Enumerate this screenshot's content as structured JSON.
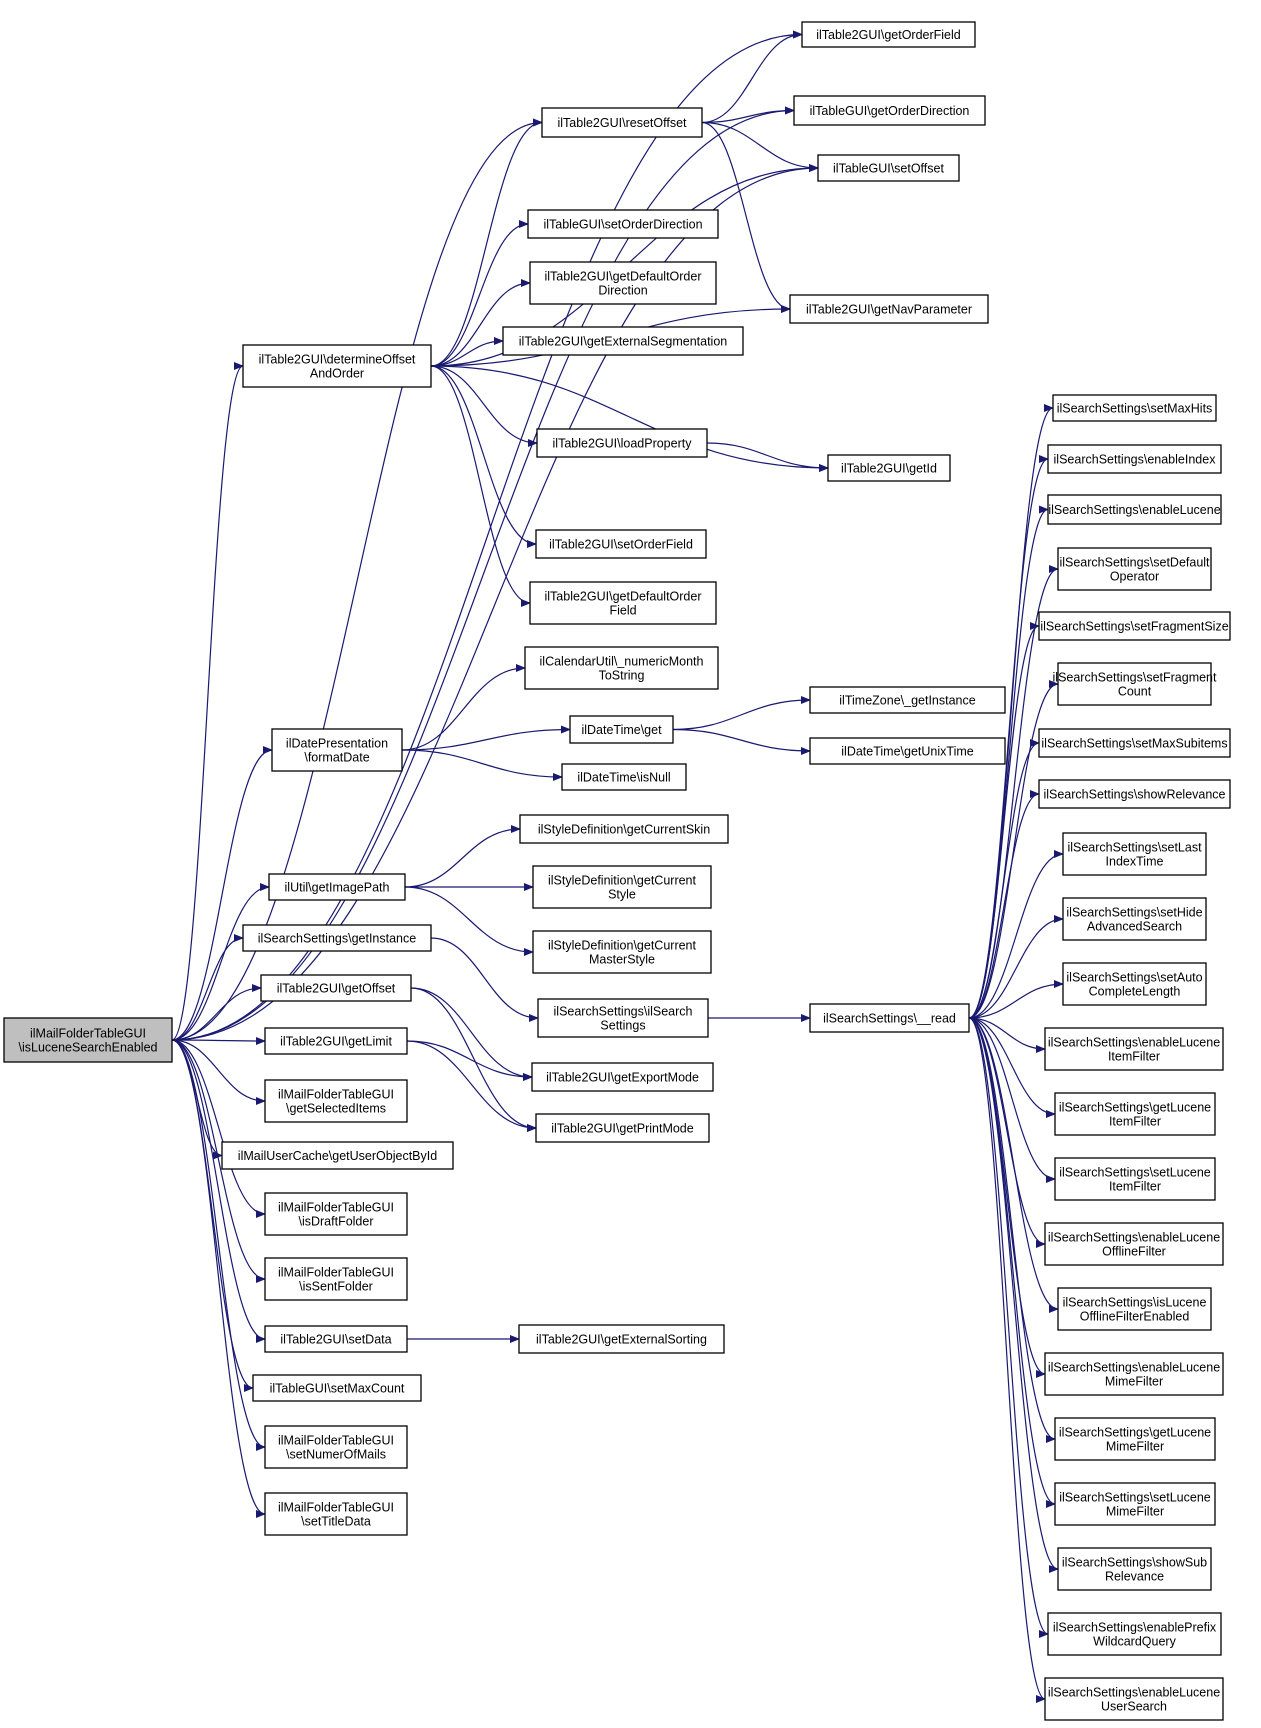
{
  "diagram": {
    "accent_color": "#191970",
    "root_fill": "#bfbfbf",
    "nodes": [
      {
        "id": "root",
        "label": [
          "ilMailFolderTableGUI",
          "\\isLuceneSearchEnabled"
        ],
        "root": true
      },
      {
        "id": "getOrderField",
        "label": [
          "ilTable2GUI\\getOrderField"
        ]
      },
      {
        "id": "getOrderDirection",
        "label": [
          "ilTableGUI\\getOrderDirection"
        ]
      },
      {
        "id": "resetOffset",
        "label": [
          "ilTable2GUI\\resetOffset"
        ]
      },
      {
        "id": "setOffset",
        "label": [
          "ilTableGUI\\setOffset"
        ]
      },
      {
        "id": "setOrderDirection",
        "label": [
          "ilTableGUI\\setOrderDirection"
        ]
      },
      {
        "id": "getDefaultOrderDirection",
        "label": [
          "ilTable2GUI\\getDefaultOrder",
          "Direction"
        ]
      },
      {
        "id": "getNavParameter",
        "label": [
          "ilTable2GUI\\getNavParameter"
        ]
      },
      {
        "id": "determineOffsetAndOrder",
        "label": [
          "ilTable2GUI\\determineOffset",
          "AndOrder"
        ]
      },
      {
        "id": "getExternalSegmentation",
        "label": [
          "ilTable2GUI\\getExternalSegmentation"
        ]
      },
      {
        "id": "loadProperty",
        "label": [
          "ilTable2GUI\\loadProperty"
        ]
      },
      {
        "id": "getId",
        "label": [
          "ilTable2GUI\\getId"
        ]
      },
      {
        "id": "setOrderField",
        "label": [
          "ilTable2GUI\\setOrderField"
        ]
      },
      {
        "id": "getDefaultOrderField",
        "label": [
          "ilTable2GUI\\getDefaultOrder",
          "Field"
        ]
      },
      {
        "id": "numericMonthToString",
        "label": [
          "ilCalendarUtil\\_numericMonth",
          "ToString"
        ]
      },
      {
        "id": "dtGet",
        "label": [
          "ilDateTime\\get"
        ]
      },
      {
        "id": "tzGetInstance",
        "label": [
          "ilTimeZone\\_getInstance"
        ]
      },
      {
        "id": "formatDate",
        "label": [
          "ilDatePresentation",
          "\\formatDate"
        ]
      },
      {
        "id": "getUnixTime",
        "label": [
          "ilDateTime\\getUnixTime"
        ]
      },
      {
        "id": "isNull",
        "label": [
          "ilDateTime\\isNull"
        ]
      },
      {
        "id": "getCurrentSkin",
        "label": [
          "ilStyleDefinition\\getCurrentSkin"
        ]
      },
      {
        "id": "getImagePath",
        "label": [
          "ilUtil\\getImagePath"
        ]
      },
      {
        "id": "getCurrentStyle",
        "label": [
          "ilStyleDefinition\\getCurrent",
          "Style"
        ]
      },
      {
        "id": "ssGetInstance",
        "label": [
          "ilSearchSettings\\getInstance"
        ]
      },
      {
        "id": "getCurrentMasterStyle",
        "label": [
          "ilStyleDefinition\\getCurrent",
          "MasterStyle"
        ]
      },
      {
        "id": "getOffset",
        "label": [
          "ilTable2GUI\\getOffset"
        ]
      },
      {
        "id": "ssConstruct",
        "label": [
          "ilSearchSettings\\ilSearch",
          "Settings"
        ]
      },
      {
        "id": "ssRead",
        "label": [
          "ilSearchSettings\\__read"
        ]
      },
      {
        "id": "getLimit",
        "label": [
          "ilTable2GUI\\getLimit"
        ]
      },
      {
        "id": "getExportMode",
        "label": [
          "ilTable2GUI\\getExportMode"
        ]
      },
      {
        "id": "getSelectedItems",
        "label": [
          "ilMailFolderTableGUI",
          "\\getSelectedItems"
        ]
      },
      {
        "id": "getPrintMode",
        "label": [
          "ilTable2GUI\\getPrintMode"
        ]
      },
      {
        "id": "getUserObjectById",
        "label": [
          "ilMailUserCache\\getUserObjectById"
        ]
      },
      {
        "id": "isDraftFolder",
        "label": [
          "ilMailFolderTableGUI",
          "\\isDraftFolder"
        ]
      },
      {
        "id": "isSentFolder",
        "label": [
          "ilMailFolderTableGUI",
          "\\isSentFolder"
        ]
      },
      {
        "id": "setData",
        "label": [
          "ilTable2GUI\\setData"
        ]
      },
      {
        "id": "getExternalSorting",
        "label": [
          "ilTable2GUI\\getExternalSorting"
        ]
      },
      {
        "id": "setMaxCount",
        "label": [
          "ilTableGUI\\setMaxCount"
        ]
      },
      {
        "id": "setNumerOfMails",
        "label": [
          "ilMailFolderTableGUI",
          "\\setNumerOfMails"
        ]
      },
      {
        "id": "setTitleData",
        "label": [
          "ilMailFolderTableGUI",
          "\\setTitleData"
        ]
      },
      {
        "id": "setMaxHits",
        "label": [
          "ilSearchSettings\\setMaxHits"
        ]
      },
      {
        "id": "enableIndex",
        "label": [
          "ilSearchSettings\\enableIndex"
        ]
      },
      {
        "id": "enableLucene",
        "label": [
          "ilSearchSettings\\enableLucene"
        ]
      },
      {
        "id": "setDefaultOperator",
        "label": [
          "ilSearchSettings\\setDefault",
          "Operator"
        ]
      },
      {
        "id": "setFragmentSize",
        "label": [
          "ilSearchSettings\\setFragmentSize"
        ]
      },
      {
        "id": "setFragmentCount",
        "label": [
          "ilSearchSettings\\setFragment",
          "Count"
        ]
      },
      {
        "id": "setMaxSubitems",
        "label": [
          "ilSearchSettings\\setMaxSubitems"
        ]
      },
      {
        "id": "showRelevance",
        "label": [
          "ilSearchSettings\\showRelevance"
        ]
      },
      {
        "id": "setLastIndexTime",
        "label": [
          "ilSearchSettings\\setLast",
          "IndexTime"
        ]
      },
      {
        "id": "setHideAdvancedSearch",
        "label": [
          "ilSearchSettings\\setHide",
          "AdvancedSearch"
        ]
      },
      {
        "id": "setAutoCompleteLength",
        "label": [
          "ilSearchSettings\\setAuto",
          "CompleteLength"
        ]
      },
      {
        "id": "enableLuceneItemFilter",
        "label": [
          "ilSearchSettings\\enableLucene",
          "ItemFilter"
        ]
      },
      {
        "id": "getLuceneItemFilter",
        "label": [
          "ilSearchSettings\\getLucene",
          "ItemFilter"
        ]
      },
      {
        "id": "setLuceneItemFilter",
        "label": [
          "ilSearchSettings\\setLucene",
          "ItemFilter"
        ]
      },
      {
        "id": "enableLuceneOfflineFilter",
        "label": [
          "ilSearchSettings\\enableLucene",
          "OfflineFilter"
        ]
      },
      {
        "id": "isLuceneOfflineFilterEnabled",
        "label": [
          "ilSearchSettings\\isLucene",
          "OfflineFilterEnabled"
        ]
      },
      {
        "id": "enableLuceneMimeFilter",
        "label": [
          "ilSearchSettings\\enableLucene",
          "MimeFilter"
        ]
      },
      {
        "id": "getLuceneMimeFilter",
        "label": [
          "ilSearchSettings\\getLucene",
          "MimeFilter"
        ]
      },
      {
        "id": "setLuceneMimeFilter",
        "label": [
          "ilSearchSettings\\setLucene",
          "MimeFilter"
        ]
      },
      {
        "id": "showSubRelevance",
        "label": [
          "ilSearchSettings\\showSub",
          "Relevance"
        ]
      },
      {
        "id": "enablePrefixWildcardQuery",
        "label": [
          "ilSearchSettings\\enablePrefix",
          "WildcardQuery"
        ]
      },
      {
        "id": "enableLuceneUserSearch",
        "label": [
          "ilSearchSettings\\enableLucene",
          "UserSearch"
        ]
      }
    ],
    "edges": [
      [
        "root",
        "getOrderField"
      ],
      [
        "root",
        "getOrderDirection"
      ],
      [
        "root",
        "resetOffset"
      ],
      [
        "root",
        "setOffset"
      ],
      [
        "root",
        "determineOffsetAndOrder"
      ],
      [
        "root",
        "formatDate"
      ],
      [
        "root",
        "getImagePath"
      ],
      [
        "root",
        "ssGetInstance"
      ],
      [
        "root",
        "getOffset"
      ],
      [
        "root",
        "getLimit"
      ],
      [
        "root",
        "getSelectedItems"
      ],
      [
        "root",
        "getUserObjectById"
      ],
      [
        "root",
        "isDraftFolder"
      ],
      [
        "root",
        "isSentFolder"
      ],
      [
        "root",
        "setData"
      ],
      [
        "root",
        "setMaxCount"
      ],
      [
        "root",
        "setNumerOfMails"
      ],
      [
        "root",
        "setTitleData"
      ],
      [
        "resetOffset",
        "getOrderField"
      ],
      [
        "resetOffset",
        "getOrderDirection"
      ],
      [
        "resetOffset",
        "setOffset"
      ],
      [
        "resetOffset",
        "getNavParameter"
      ],
      [
        "determineOffsetAndOrder",
        "resetOffset"
      ],
      [
        "determineOffsetAndOrder",
        "setOffset"
      ],
      [
        "determineOffsetAndOrder",
        "setOrderDirection"
      ],
      [
        "determineOffsetAndOrder",
        "getDefaultOrderDirection"
      ],
      [
        "determineOffsetAndOrder",
        "getNavParameter"
      ],
      [
        "determineOffsetAndOrder",
        "getExternalSegmentation"
      ],
      [
        "determineOffsetAndOrder",
        "loadProperty"
      ],
      [
        "determineOffsetAndOrder",
        "getId"
      ],
      [
        "determineOffsetAndOrder",
        "setOrderField"
      ],
      [
        "determineOffsetAndOrder",
        "getDefaultOrderField"
      ],
      [
        "loadProperty",
        "getId"
      ],
      [
        "formatDate",
        "numericMonthToString"
      ],
      [
        "formatDate",
        "dtGet"
      ],
      [
        "formatDate",
        "isNull"
      ],
      [
        "dtGet",
        "tzGetInstance"
      ],
      [
        "dtGet",
        "getUnixTime"
      ],
      [
        "getImagePath",
        "getCurrentSkin"
      ],
      [
        "getImagePath",
        "getCurrentStyle"
      ],
      [
        "getImagePath",
        "getCurrentMasterStyle"
      ],
      [
        "ssGetInstance",
        "ssConstruct"
      ],
      [
        "ssConstruct",
        "ssRead"
      ],
      [
        "getOffset",
        "getExportMode"
      ],
      [
        "getOffset",
        "getPrintMode"
      ],
      [
        "getLimit",
        "getExportMode"
      ],
      [
        "getLimit",
        "getPrintMode"
      ],
      [
        "setData",
        "getExternalSorting"
      ],
      [
        "ssRead",
        "setMaxHits"
      ],
      [
        "ssRead",
        "enableIndex"
      ],
      [
        "ssRead",
        "enableLucene"
      ],
      [
        "ssRead",
        "setDefaultOperator"
      ],
      [
        "ssRead",
        "setFragmentSize"
      ],
      [
        "ssRead",
        "setFragmentCount"
      ],
      [
        "ssRead",
        "setMaxSubitems"
      ],
      [
        "ssRead",
        "showRelevance"
      ],
      [
        "ssRead",
        "setLastIndexTime"
      ],
      [
        "ssRead",
        "setHideAdvancedSearch"
      ],
      [
        "ssRead",
        "setAutoCompleteLength"
      ],
      [
        "ssRead",
        "enableLuceneItemFilter"
      ],
      [
        "ssRead",
        "getLuceneItemFilter"
      ],
      [
        "ssRead",
        "setLuceneItemFilter"
      ],
      [
        "ssRead",
        "enableLuceneOfflineFilter"
      ],
      [
        "ssRead",
        "isLuceneOfflineFilterEnabled"
      ],
      [
        "ssRead",
        "enableLuceneMimeFilter"
      ],
      [
        "ssRead",
        "getLuceneMimeFilter"
      ],
      [
        "ssRead",
        "setLuceneMimeFilter"
      ],
      [
        "ssRead",
        "showSubRelevance"
      ],
      [
        "ssRead",
        "enablePrefixWildcardQuery"
      ],
      [
        "ssRead",
        "enableLuceneUserSearch"
      ]
    ]
  }
}
